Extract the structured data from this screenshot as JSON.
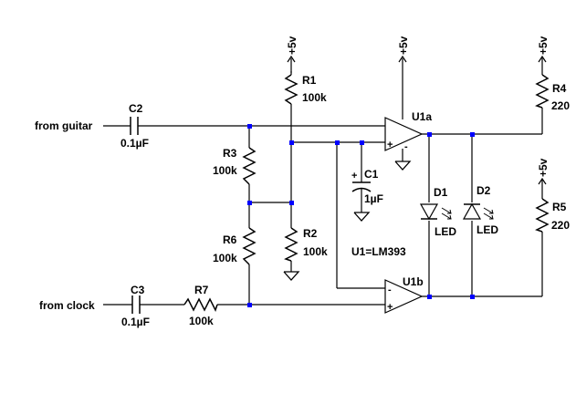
{
  "inputs": {
    "guitar": "from guitar",
    "clock": "from clock"
  },
  "supply": {
    "r1": "+5v",
    "u1": "+5v",
    "r4": "+5v",
    "r5": "+5v"
  },
  "components": {
    "C2": {
      "name": "C2",
      "value": "0.1µF"
    },
    "C3": {
      "name": "C3",
      "value": "0.1µF"
    },
    "C1": {
      "name": "C1",
      "value": "1µF",
      "polarity": "+"
    },
    "R1": {
      "name": "R1",
      "value": "100k"
    },
    "R2": {
      "name": "R2",
      "value": "100k"
    },
    "R3": {
      "name": "R3",
      "value": "100k"
    },
    "R4": {
      "name": "R4",
      "value": "220"
    },
    "R5": {
      "name": "R5",
      "value": "220"
    },
    "R6": {
      "name": "R6",
      "value": "100k"
    },
    "R7": {
      "name": "R7",
      "value": "100k"
    },
    "D1": {
      "name": "D1",
      "value": "LED"
    },
    "D2": {
      "name": "D2",
      "value": "LED"
    },
    "U1a": {
      "name": "U1a",
      "plus": "+",
      "minus": "-"
    },
    "U1b": {
      "name": "U1b",
      "plus": "+",
      "minus": "-"
    }
  },
  "note": "U1=LM393",
  "colors": {
    "wire": "#000000",
    "junction": "#0000ff",
    "background": "#ffffff"
  }
}
